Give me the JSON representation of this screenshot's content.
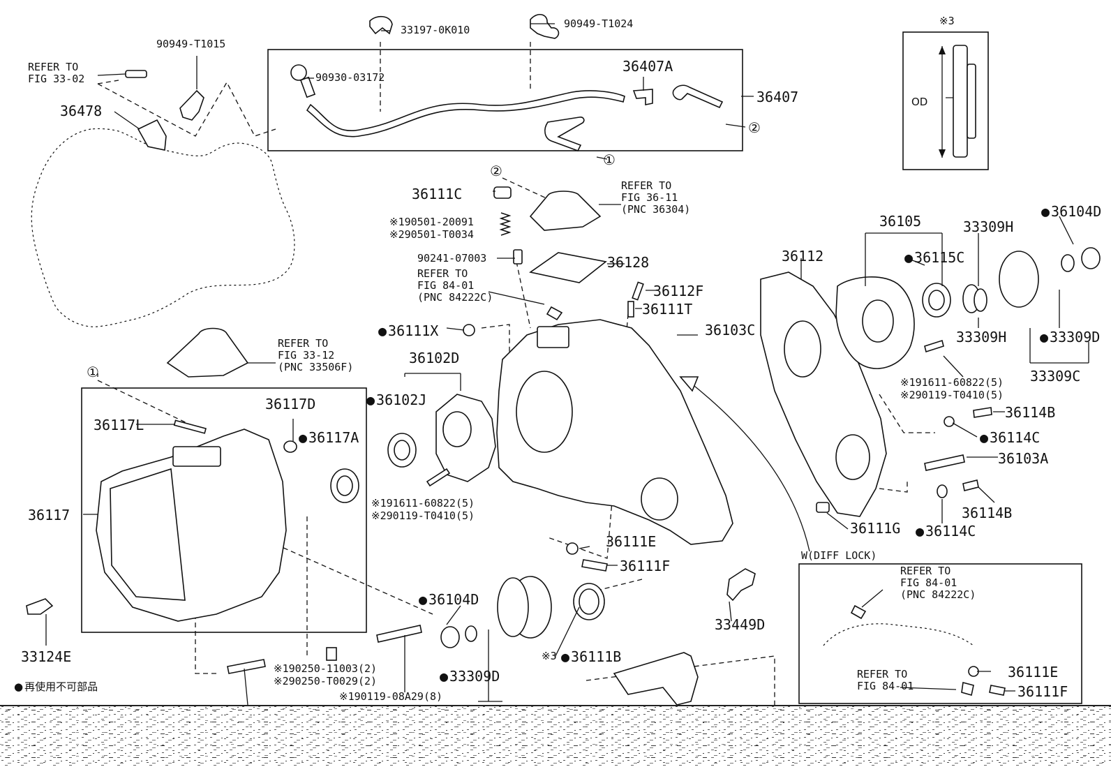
{
  "labels": {
    "l_90949_t1015": "90949-T1015",
    "l_refer_33_02": "REFER TO\nFIG 33-02",
    "l_36478": "36478",
    "l_33197": "33197-0K010",
    "l_90949_t1024": "90949-T1024",
    "l_90930": "90930-03172",
    "l_36407a": "36407A",
    "l_36407": "36407",
    "l_circ2a": "②",
    "l_circ1a": "①",
    "l_circ2b": "②",
    "l_36111c": "36111C",
    "l_refer_36_11": "REFER TO\nFIG 36-11\n(PNC 36304)",
    "l_190501": "※190501-20091",
    "l_290501": "※290501-T0034",
    "l_90241": "90241-07003",
    "l_36128": "36128",
    "l_refer_84_01a": "REFER TO\nFIG 84-01\n(PNC 84222C)",
    "l_36112f": "36112F",
    "l_36111t": "36111T",
    "l_36103c": "36103C",
    "l_36111x": "36111X",
    "l_refer_33_12": "REFER TO\nFIG 33-12\n(PNC 33506F)",
    "l_circ1b": "①",
    "l_36102d": "36102D",
    "l_36102j": "36102J",
    "l_191611a": "※191611-60822(5)",
    "l_290119a": "※290119-T0410(5)",
    "l_36117l": "36117L",
    "l_36117d": "36117D",
    "l_36117a": "36117A",
    "l_36117": "36117",
    "l_36111e": "36111E",
    "l_36111f": "36111F",
    "l_33449d": "33449D",
    "l_36104d_b": "36104D",
    "l_33309d_b": "33309D",
    "l_36111b": "36111B",
    "l_note3b": "※3",
    "l_33124e": "33124E",
    "l_190250": "※190250-11003(2)",
    "l_290250": "※290250-T0029(2)",
    "l_190119": "※190119-08A29(8)",
    "l_legend": "再使用不可部品",
    "l_36105": "36105",
    "l_36112": "36112",
    "l_36115c": "36115C",
    "l_33309h_a": "33309H",
    "l_36104d_a": "36104D",
    "l_33309h_b": "33309H",
    "l_33309d_a": "33309D",
    "l_33309c": "33309C",
    "l_191611b": "※191611-60822(5)",
    "l_290119b": "※290119-T0410(5)",
    "l_36114b_a": "36114B",
    "l_36114c_a": "36114C",
    "l_36103a": "36103A",
    "l_36114b_b": "36114B",
    "l_36114c_b": "36114C",
    "l_36111g": "36111G",
    "l_w_diff": "W(DIFF LOCK)",
    "l_refer_84_01b": "REFER TO\nFIG 84-01\n(PNC 84222C)",
    "l_refer_84_01c": "REFER TO\nFIG 84-01",
    "l_36111e_b": "36111E",
    "l_36111f_b": "36111F",
    "l_note3_top": "※3",
    "l_od": "OD"
  }
}
